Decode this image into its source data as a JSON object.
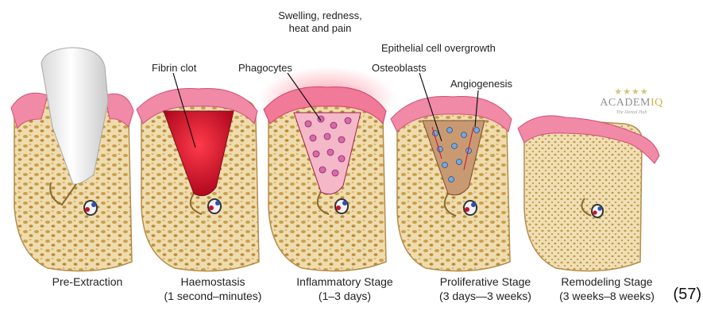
{
  "annotations": {
    "top_note": [
      "Swelling, redness,",
      "heat and pain"
    ],
    "fibrin_clot": "Fibrin clot",
    "phagocytes": "Phagocytes",
    "epithelial": "Epithelial cell overgrowth",
    "osteoblasts": "Osteoblasts",
    "angiogenesis": "Angiogenesis"
  },
  "stages": [
    {
      "name": "Pre-Extraction",
      "duration": ""
    },
    {
      "name": "Haemostasis",
      "duration": "(1 second–minutes)"
    },
    {
      "name": "Inflammatory Stage",
      "duration": "(1–3 days)"
    },
    {
      "name": "Proliferative Stage",
      "duration": "(3 days—3 weeks)"
    },
    {
      "name": "Remodeling Stage",
      "duration": "(3 weeks–8 weeks)"
    }
  ],
  "logo": {
    "brand_prefix": "ACADEM",
    "brand_suffix": "IQ",
    "tagline": "The Dental Hub",
    "stars": "★★★★"
  },
  "figure_number": "(57)",
  "colors": {
    "gum": "#f08aa6",
    "gum_inner": "#e05a82",
    "bone": "#efdcae",
    "bone_edge": "#c9a86a",
    "clot": "#c8102e",
    "tooth": "#f2f2f2"
  }
}
